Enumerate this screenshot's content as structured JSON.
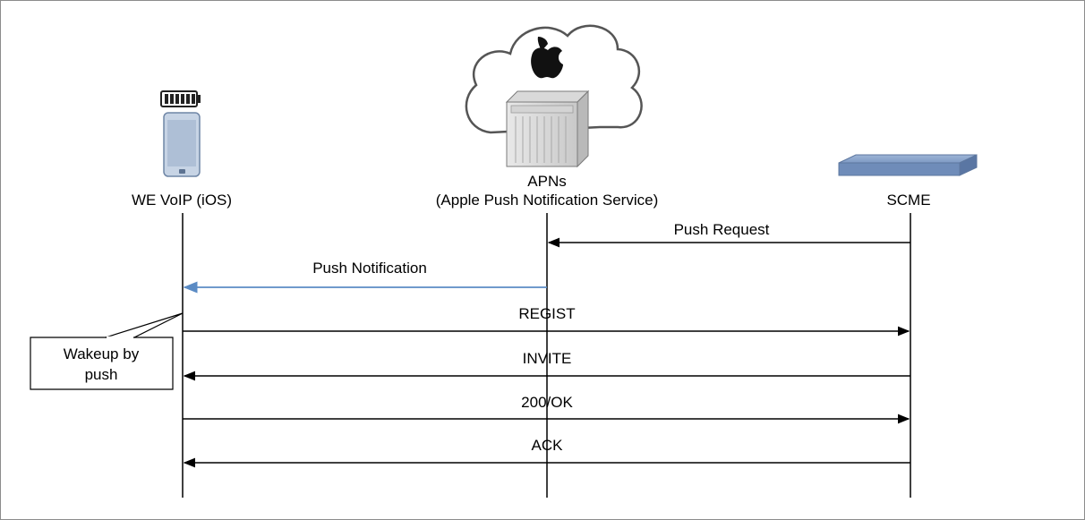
{
  "participants": {
    "phone": {
      "label": "WE VoIP (iOS)"
    },
    "apns": {
      "label_line1": "APNs",
      "label_line2": "(Apple Push Notification Service)"
    },
    "scme": {
      "label": "SCME"
    }
  },
  "messages": [
    {
      "id": "push-request",
      "label": "Push Request",
      "from": "scme",
      "to": "apns",
      "color": "#000000"
    },
    {
      "id": "push-notification",
      "label": "Push Notification",
      "from": "apns",
      "to": "phone",
      "color": "#5b8bc4"
    },
    {
      "id": "regist",
      "label": "REGIST",
      "from": "phone",
      "to": "scme",
      "color": "#000000"
    },
    {
      "id": "invite",
      "label": "INVITE",
      "from": "scme",
      "to": "phone",
      "color": "#000000"
    },
    {
      "id": "ok",
      "label": "200/OK",
      "from": "phone",
      "to": "scme",
      "color": "#000000"
    },
    {
      "id": "ack",
      "label": "ACK",
      "from": "scme",
      "to": "phone",
      "color": "#000000"
    }
  ],
  "callout": {
    "line1": "Wakeup by",
    "line2": "push"
  },
  "icons": {
    "phone": "smartphone-icon",
    "battery": "battery-icon",
    "cloud": "cloud-icon",
    "apple": "apple-logo-icon",
    "server": "server-icon",
    "switch": "network-switch-icon"
  }
}
